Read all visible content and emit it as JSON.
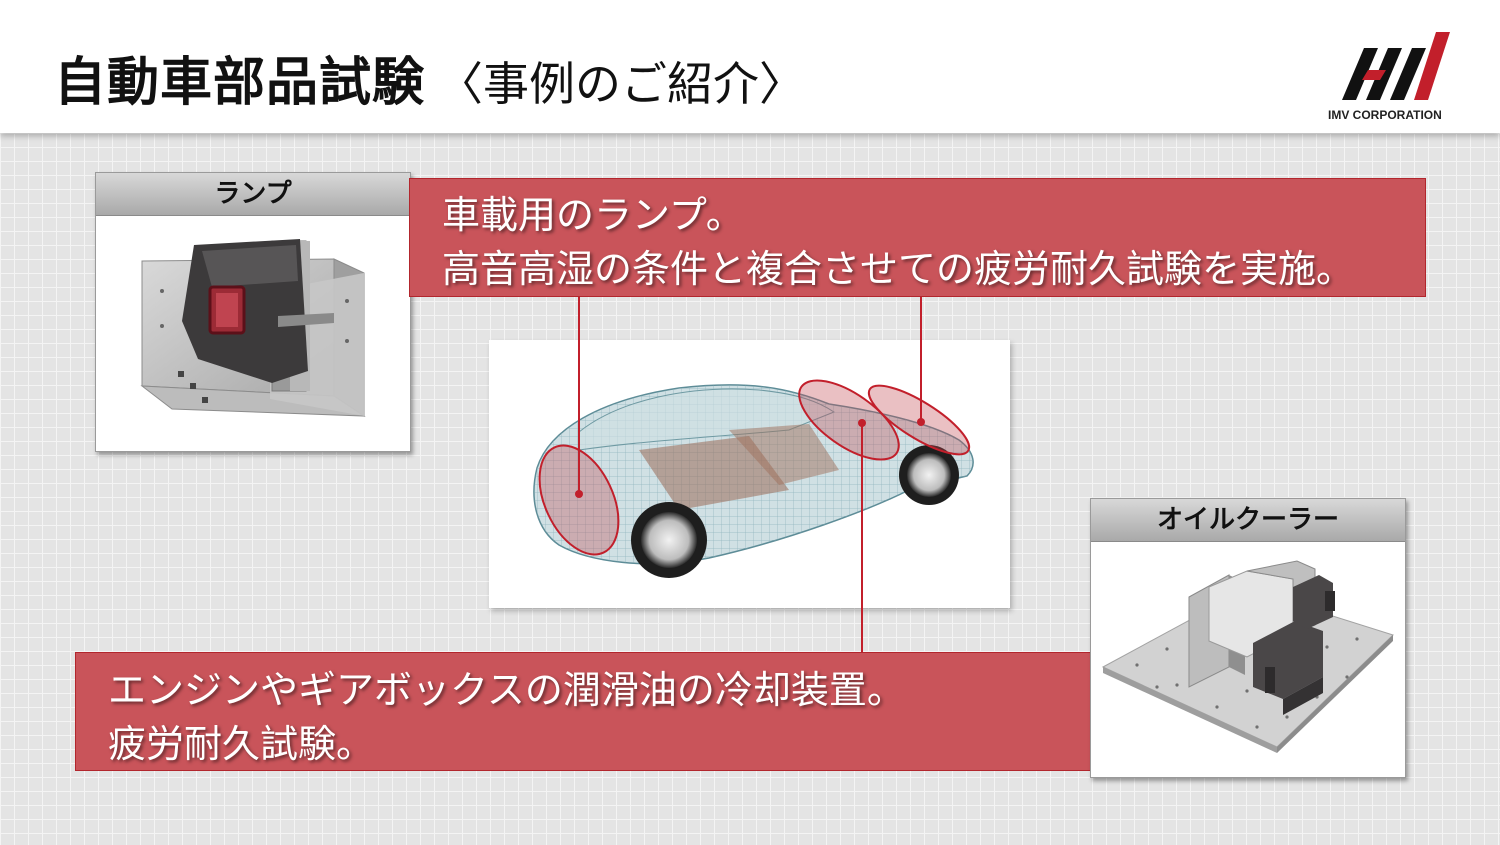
{
  "header": {
    "title_main": "自動車部品試験",
    "title_sub": "〈事例のご紹介〉",
    "logo_text": "IMV CORPORATION"
  },
  "panels": {
    "lamp": {
      "title": "ランプ"
    },
    "oil_cooler": {
      "title": "オイルクーラー"
    }
  },
  "callouts": {
    "lamp": {
      "line1": "車載用のランプ。",
      "line2": "高音高湿の条件と複合させての疲労耐久試験を実施。"
    },
    "oil_cooler": {
      "line1": "エンジンやギアボックスの潤滑油の冷却装置。",
      "line2": "疲労耐久試験。"
    }
  },
  "colors": {
    "accent_red": "#c21f2b",
    "callout_fill": "#c9545a",
    "panel_header": "#b5b5b5",
    "background": "#e4e4e4"
  },
  "icons": [
    "imv-logo-icon"
  ]
}
